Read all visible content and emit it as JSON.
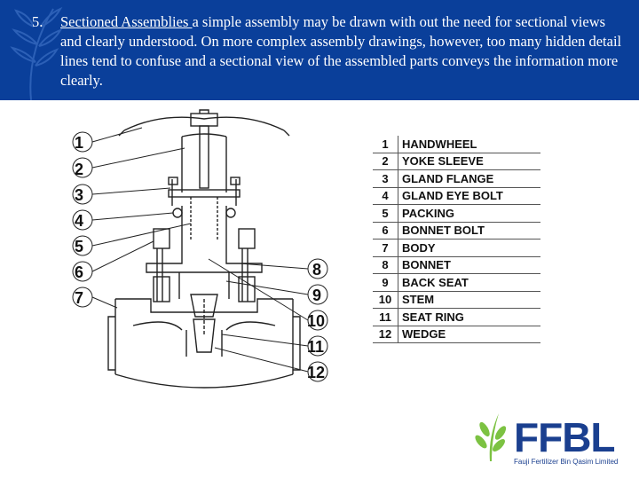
{
  "slide": {
    "item_number": "5.",
    "heading": "Sectioned Assemblies ",
    "body": "a simple assembly may be drawn with out the need for sectional views and clearly understood. On more complex assembly drawings, however, too many hidden detail lines tend to confuse and a sectional view of the assembled parts conveys the information more clearly."
  },
  "callouts": [
    "1",
    "2",
    "3",
    "4",
    "5",
    "6",
    "7",
    "8",
    "9",
    "10",
    "11",
    "12"
  ],
  "legend": [
    {
      "num": "1",
      "label": "HANDWHEEL"
    },
    {
      "num": "2",
      "label": "YOKE SLEEVE"
    },
    {
      "num": "3",
      "label": "GLAND FLANGE"
    },
    {
      "num": "4",
      "label": "GLAND EYE BOLT"
    },
    {
      "num": "5",
      "label": "PACKING"
    },
    {
      "num": "6",
      "label": "BONNET BOLT"
    },
    {
      "num": "7",
      "label": "BODY"
    },
    {
      "num": "8",
      "label": "BONNET"
    },
    {
      "num": "9",
      "label": "BACK SEAT"
    },
    {
      "num": "10",
      "label": "STEM"
    },
    {
      "num": "11",
      "label": "SEAT RING"
    },
    {
      "num": "12",
      "label": "WEDGE"
    }
  ],
  "logo": {
    "name": "FFBL",
    "subtitle": "Fauji Fertilizer Bin Qasim Limited"
  },
  "colors": {
    "header_bg": "#0a3f9a",
    "logo_blue": "#1a3f8f",
    "logo_green": "#7cc242"
  }
}
